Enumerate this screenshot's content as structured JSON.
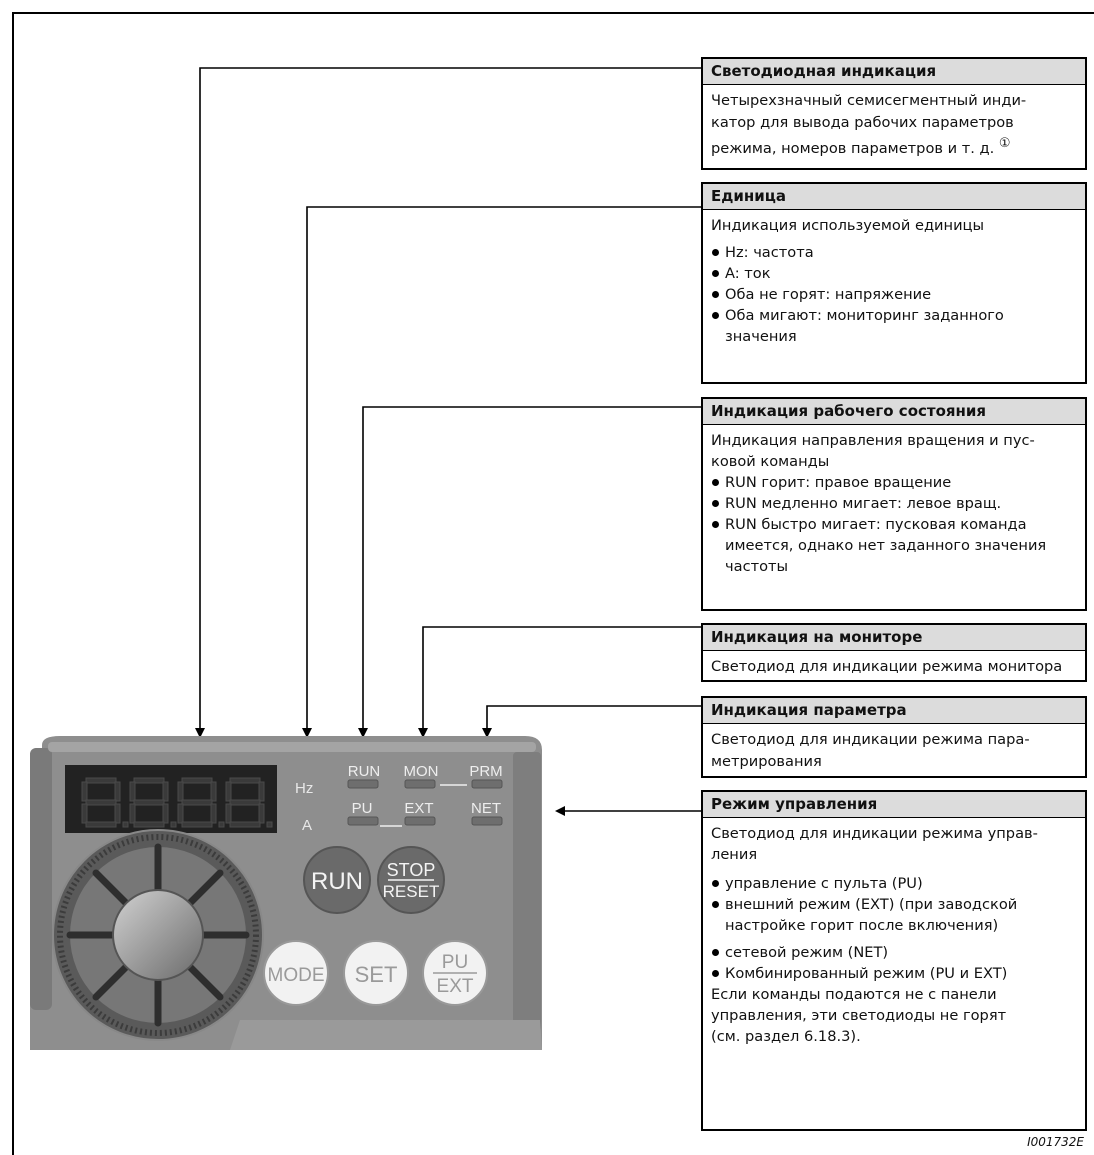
{
  "callouts": [
    {
      "title": "Светодиодная индикация",
      "lines": [
        "Четырехзначный семисегментный инди-",
        "катор для вывода рабочих параметров",
        "режима, номеров параметров и т. д."
      ],
      "note": "①"
    },
    {
      "title": "Единица",
      "intro": [
        "Индикация используемой единицы"
      ],
      "bullets": [
        "Hz: частота",
        "A: ток",
        "Оба не горят: напряжение",
        "Оба мигают: мониторинг заданного значения"
      ]
    },
    {
      "title": "Индикация рабочего состояния",
      "intro": [
        "Индикация направления вращения и пус-",
        "ковой команды"
      ],
      "bullets": [
        "RUN горит: правое вращение",
        "RUN медленно мигает: левое вращ.",
        "RUN быстро мигает: пусковая команда имеется, однако нет заданного значения частоты"
      ]
    },
    {
      "title": "Индикация на мониторе",
      "lines": [
        "Светодиод для индикации режима монитора"
      ]
    },
    {
      "title": "Индикация параметра",
      "lines": [
        "Светодиод для индикации режима пара-",
        "метрирования"
      ]
    },
    {
      "title": "Режим управления",
      "intro": [
        "Светодиод для индикации режима управ-",
        "ления"
      ],
      "bullets": [
        "управление с пульта (PU)",
        "внешний режим (EXT) (при заводской настройке горит после включения)",
        "сетевой режим (NET)",
        "Комбинированный режим (PU и EXT)"
      ],
      "outro": [
        "Если команды подаются не с панели",
        "управления, эти светодиоды не горят",
        "(см. раздел 6.18.3)."
      ]
    }
  ],
  "panel": {
    "unit_hz": "Hz",
    "unit_a": "A",
    "led_run": "RUN",
    "led_mon": "MON",
    "led_prm": "PRM",
    "led_pu": "PU",
    "led_ext": "EXT",
    "led_net": "NET",
    "btn_run": "RUN",
    "btn_stop": "STOP",
    "btn_reset": "RESET",
    "btn_mode": "MODE",
    "btn_set": "SET",
    "btn_pu": "PU",
    "btn_ext": "EXT"
  },
  "figure_code": "I001732E"
}
